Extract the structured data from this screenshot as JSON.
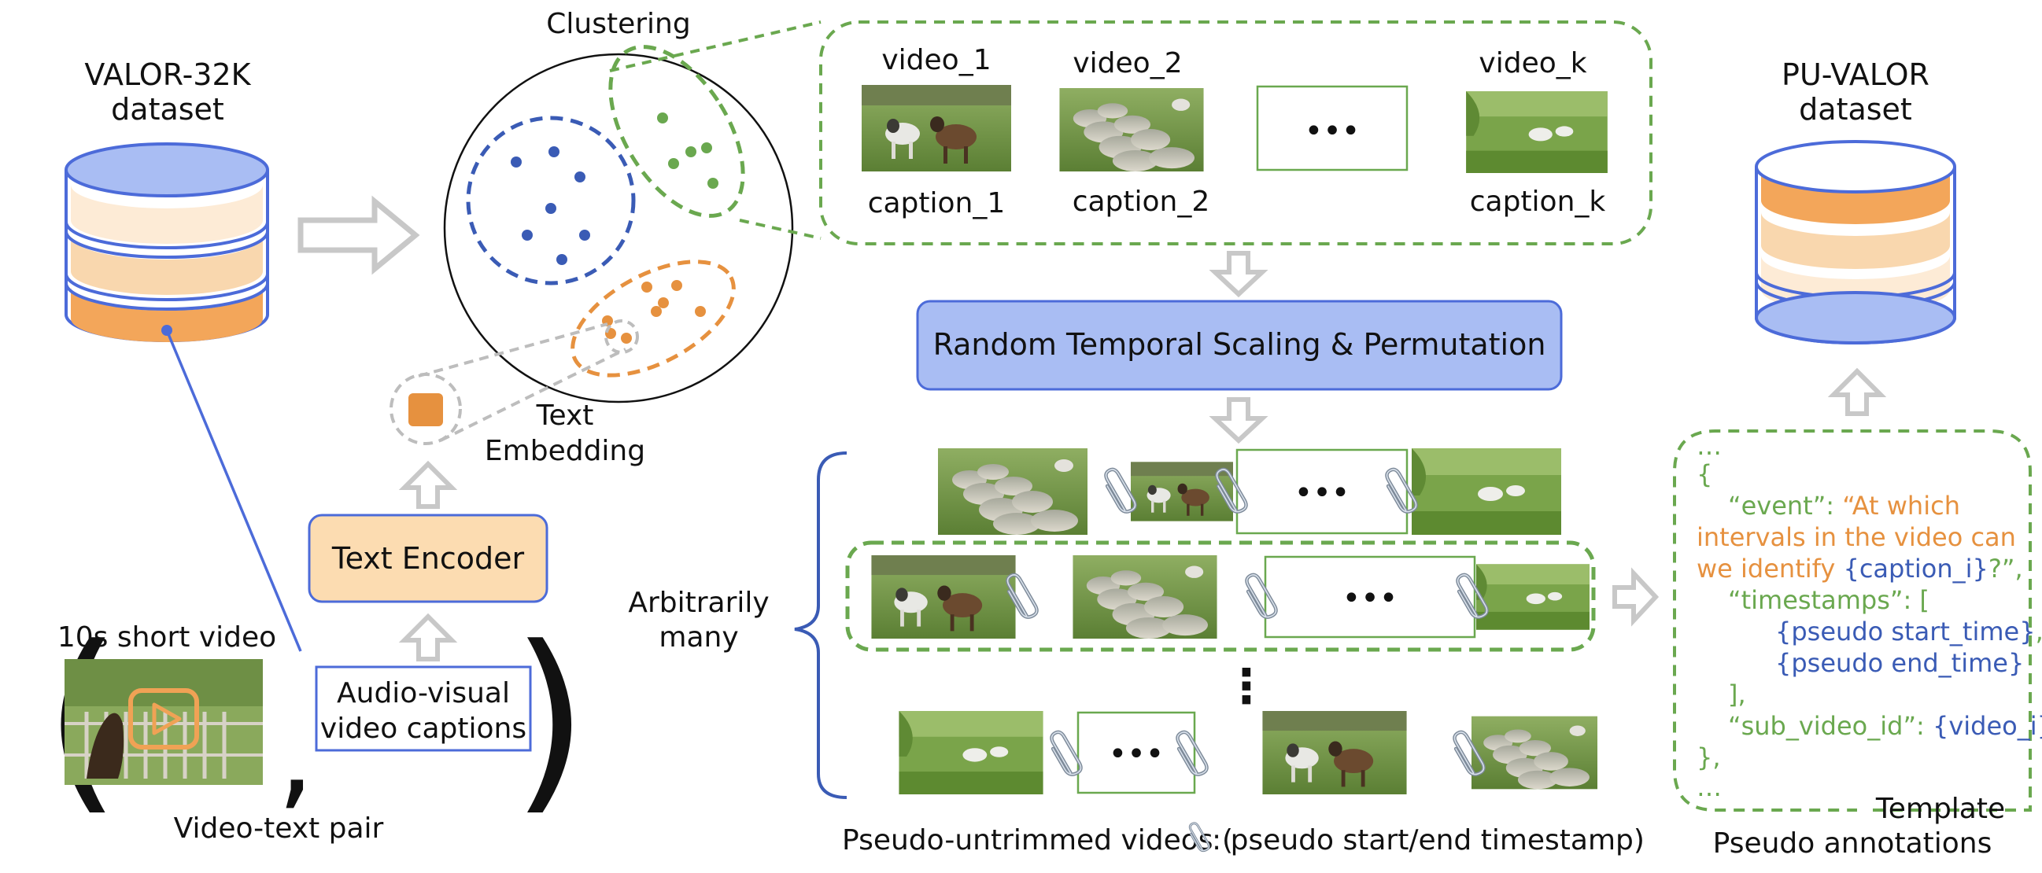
{
  "valor_dataset": {
    "line1": "VALOR-32K",
    "line2": "dataset"
  },
  "pu_valor_dataset": {
    "line1": "PU-VALOR",
    "line2": "dataset"
  },
  "clustering": {
    "title": "Clustering",
    "embedding_line1": "Text",
    "embedding_line2": "Embedding"
  },
  "text_encoder": {
    "label": "Text Encoder"
  },
  "captions_box": {
    "line1": "Audio-visual",
    "line2": "video captions"
  },
  "video_text_pair": {
    "video_label": "10s short video",
    "caption": "Video-text pair"
  },
  "cluster_videos": [
    {
      "title": "video_1",
      "caption": "caption_1"
    },
    {
      "title": "video_2",
      "caption": "caption_2"
    },
    {
      "title": "video_k",
      "caption": "caption_k"
    }
  ],
  "ellipsis": "•••",
  "vertical_ellipsis": "⋮",
  "scaling_box": {
    "label": "Random Temporal Scaling & Permutation"
  },
  "arbitrarily_many": {
    "line1": "Arbitrarily",
    "line2": "many"
  },
  "pseudo_videos_caption": {
    "prefix": "Pseudo-untrimmed videos (",
    "suffix": ": pseudo start/end timestamp)"
  },
  "template": {
    "label": "Template",
    "caption": "Pseudo annotations",
    "lines": [
      {
        "text": "…"
      },
      {
        "text": "{"
      },
      {
        "key": "“event”: ",
        "value": "“At which"
      },
      {
        "value": "intervals in the video can"
      },
      {
        "value": "we identify ",
        "var": "{caption_i}",
        "tail": "?”,"
      },
      {
        "key": "“timestamps”: ["
      },
      {
        "var": "{pseudo start_time}",
        "tail": ","
      },
      {
        "var": "{pseudo end_time}"
      },
      {
        "text": "],"
      },
      {
        "key": "“sub_video_id”: ",
        "var": "{video_i}"
      },
      {
        "text": "},"
      },
      {
        "text": "…"
      }
    ]
  },
  "colors": {
    "green": "#6aa84f",
    "blue": "#3a5bb5",
    "orange": "#e6913f",
    "light_blue_fill": "#a9bdf3",
    "peach": "#f7cf9f",
    "gray_arrow": "#c8c8c8"
  },
  "icons": [
    "database-icon",
    "play-icon",
    "paperclip-icon",
    "hollow-arrow-icon"
  ]
}
